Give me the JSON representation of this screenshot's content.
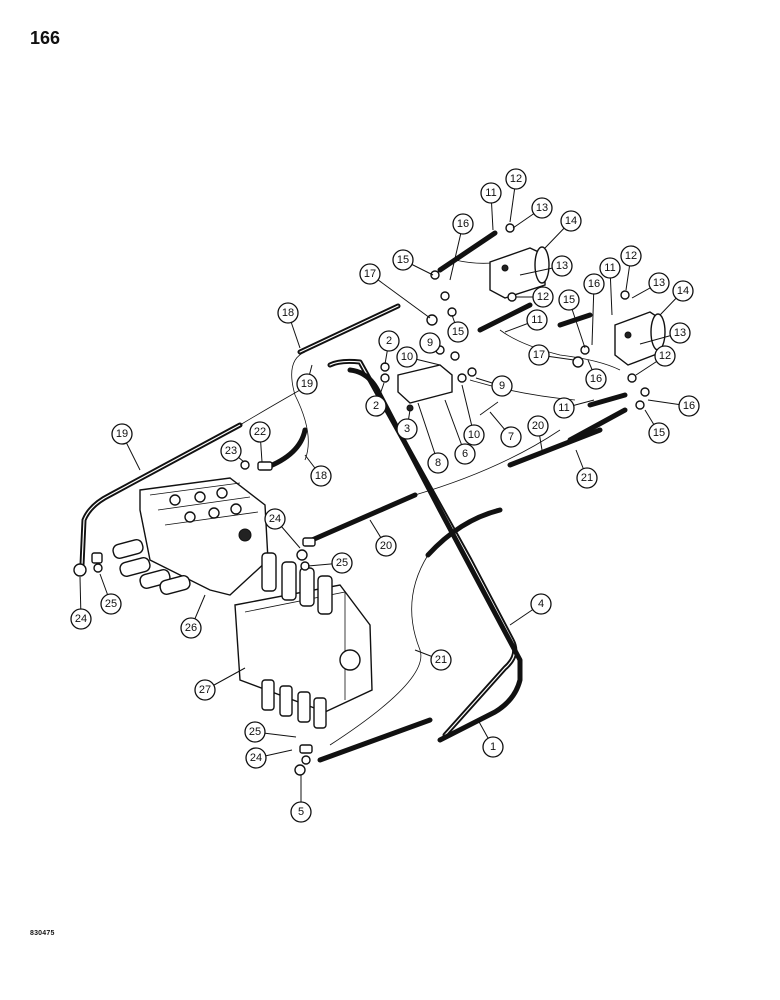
{
  "page": {
    "number": "166",
    "ref_code": "830475"
  },
  "callouts": [
    {
      "id": "c1",
      "label": "1"
    },
    {
      "id": "c2a",
      "label": "2"
    },
    {
      "id": "c2b",
      "label": "2"
    },
    {
      "id": "c3",
      "label": "3"
    },
    {
      "id": "c4",
      "label": "4"
    },
    {
      "id": "c5",
      "label": "5"
    },
    {
      "id": "c6",
      "label": "6"
    },
    {
      "id": "c7",
      "label": "7"
    },
    {
      "id": "c8",
      "label": "8"
    },
    {
      "id": "c9a",
      "label": "9"
    },
    {
      "id": "c9b",
      "label": "9"
    },
    {
      "id": "c10a",
      "label": "10"
    },
    {
      "id": "c10b",
      "label": "10"
    },
    {
      "id": "c11a",
      "label": "11"
    },
    {
      "id": "c11b",
      "label": "11"
    },
    {
      "id": "c11c",
      "label": "11"
    },
    {
      "id": "c11d",
      "label": "11"
    },
    {
      "id": "c12a",
      "label": "12"
    },
    {
      "id": "c12b",
      "label": "12"
    },
    {
      "id": "c12c",
      "label": "12"
    },
    {
      "id": "c12d",
      "label": "12"
    },
    {
      "id": "c13a",
      "label": "13"
    },
    {
      "id": "c13b",
      "label": "13"
    },
    {
      "id": "c13c",
      "label": "13"
    },
    {
      "id": "c13d",
      "label": "13"
    },
    {
      "id": "c14a",
      "label": "14"
    },
    {
      "id": "c14b",
      "label": "14"
    },
    {
      "id": "c15a",
      "label": "15"
    },
    {
      "id": "c15b",
      "label": "15"
    },
    {
      "id": "c15c",
      "label": "15"
    },
    {
      "id": "c15d",
      "label": "15"
    },
    {
      "id": "c16a",
      "label": "16"
    },
    {
      "id": "c16b",
      "label": "16"
    },
    {
      "id": "c16c",
      "label": "16"
    },
    {
      "id": "c16d",
      "label": "16"
    },
    {
      "id": "c17a",
      "label": "17"
    },
    {
      "id": "c17b",
      "label": "17"
    },
    {
      "id": "c18a",
      "label": "18"
    },
    {
      "id": "c18b",
      "label": "18"
    },
    {
      "id": "c19a",
      "label": "19"
    },
    {
      "id": "c19b",
      "label": "19"
    },
    {
      "id": "c20a",
      "label": "20"
    },
    {
      "id": "c20b",
      "label": "20"
    },
    {
      "id": "c21a",
      "label": "21"
    },
    {
      "id": "c21b",
      "label": "21"
    },
    {
      "id": "c22",
      "label": "22"
    },
    {
      "id": "c23",
      "label": "23"
    },
    {
      "id": "c24a",
      "label": "24"
    },
    {
      "id": "c24b",
      "label": "24"
    },
    {
      "id": "c24c",
      "label": "24"
    },
    {
      "id": "c25a",
      "label": "25"
    },
    {
      "id": "c25b",
      "label": "25"
    },
    {
      "id": "c25c",
      "label": "25"
    },
    {
      "id": "c26",
      "label": "26"
    },
    {
      "id": "c27",
      "label": "27"
    }
  ]
}
